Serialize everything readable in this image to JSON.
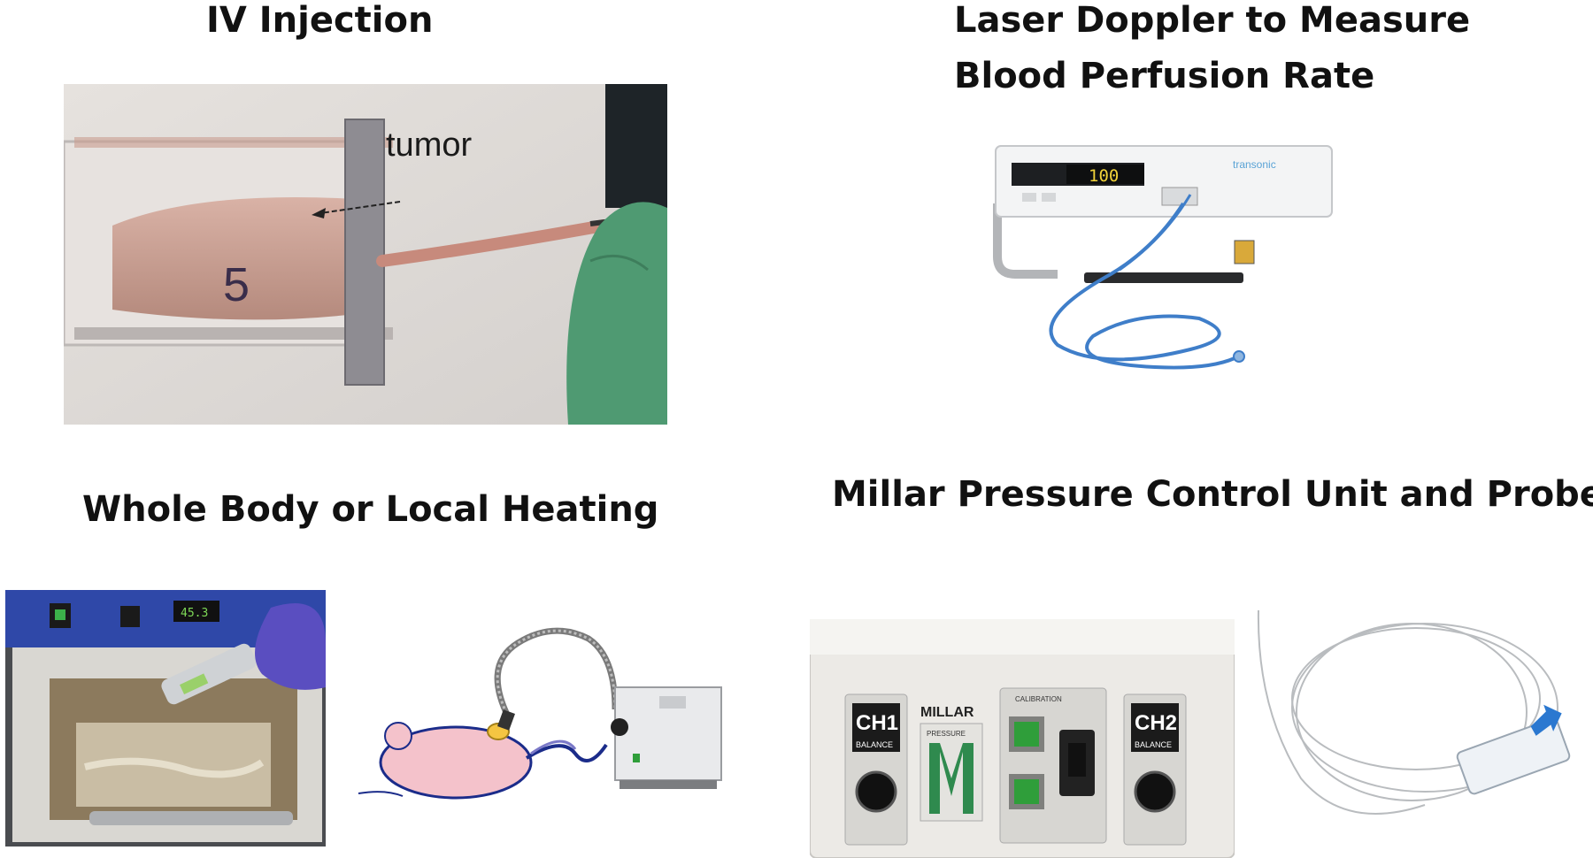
{
  "panels": {
    "iv_injection": {
      "title": "IV Injection",
      "annotation": "tumor",
      "tube_number": "5"
    },
    "laser_doppler": {
      "title_line1": "Laser Doppler to Measure",
      "title_line2": "Blood Perfusion Rate",
      "display_value": "100",
      "brand": "transonic"
    },
    "heating": {
      "title": "Whole Body or Local Heating",
      "incubator_display": "45.3"
    },
    "millar": {
      "title": "Millar Pressure Control Unit and Probe",
      "ch1": "CH1",
      "ch2": "CH2",
      "balance": "BALANCE",
      "brand": "MILLAR",
      "pressure": "PRESSURE",
      "calibration": "CALIBRATION"
    }
  },
  "colors": {
    "glove": "#4f9a72",
    "cable": "#3f7ec9",
    "mouse": "#f4c2cb",
    "display_green": "#7ed957",
    "button_green": "#2f9e3a",
    "incubator_blue": "#2f48a8"
  }
}
